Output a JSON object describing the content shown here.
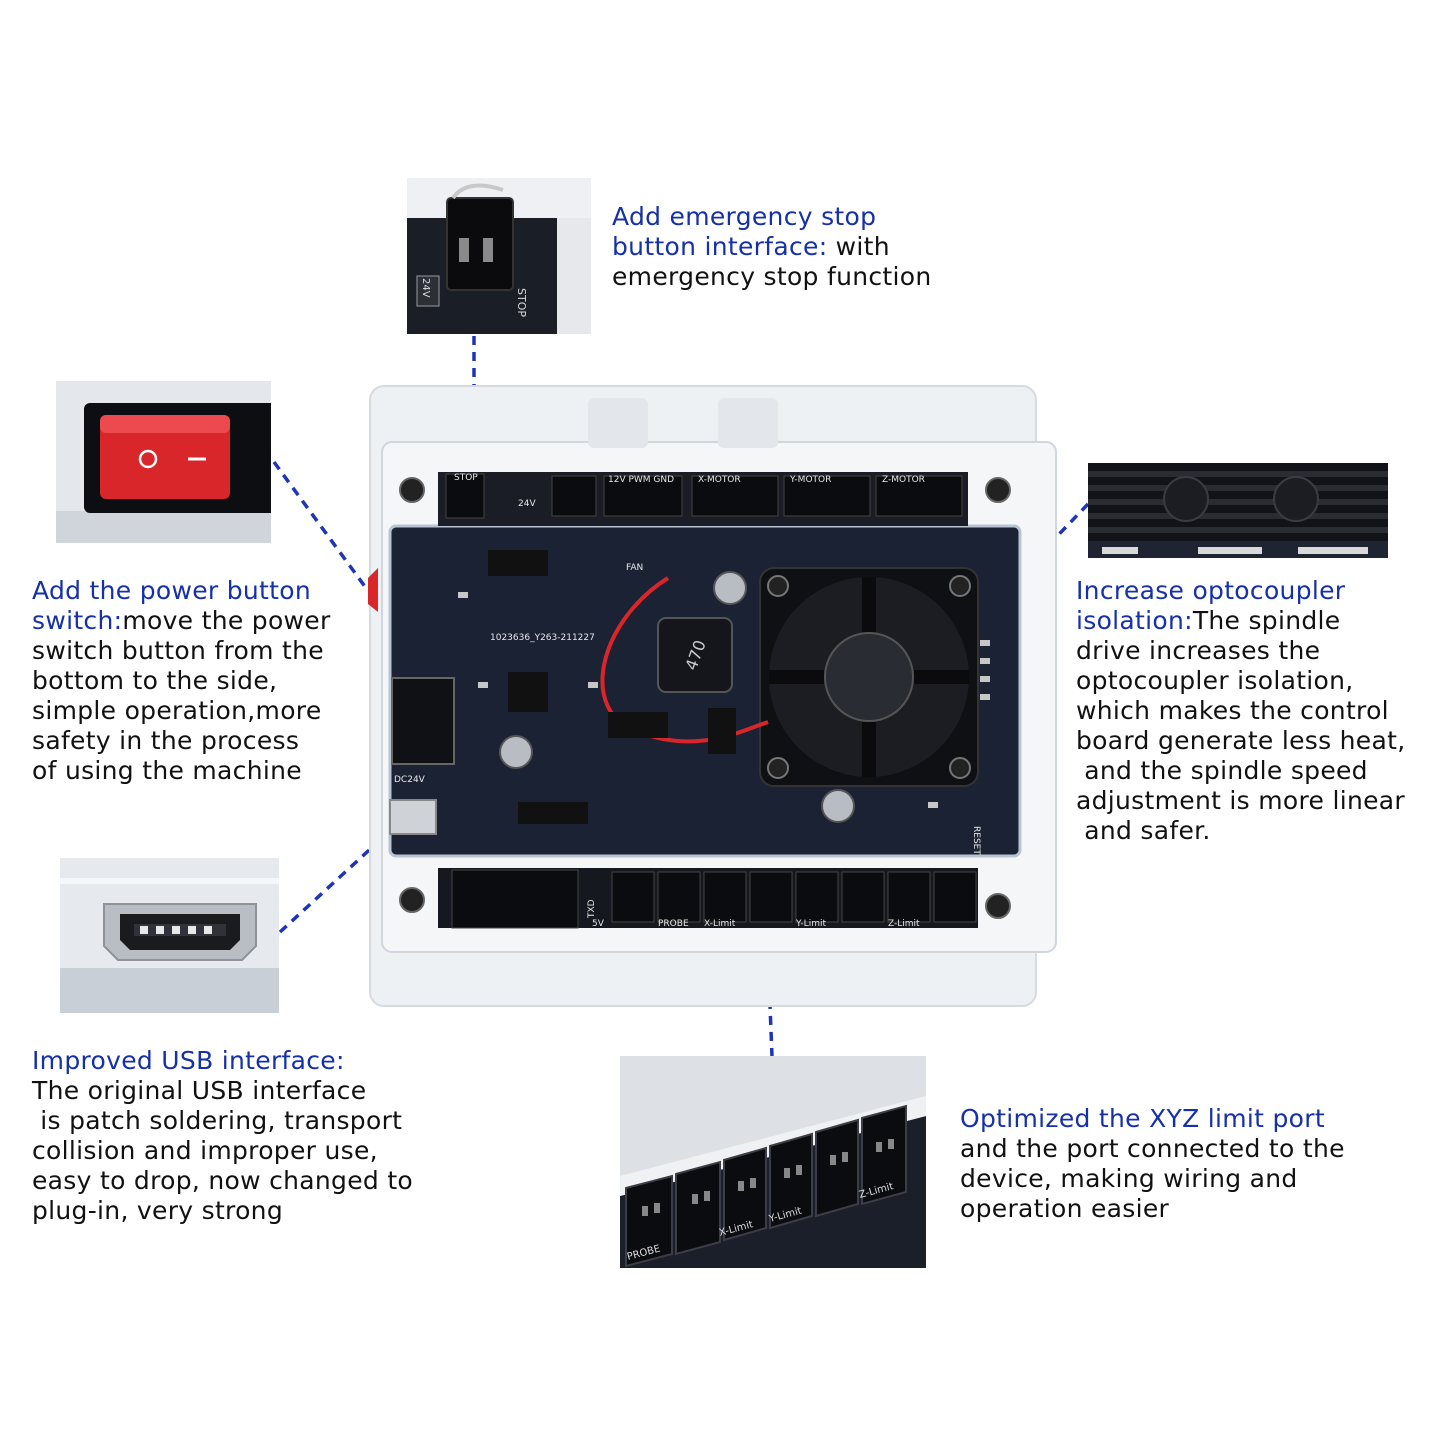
{
  "annotations": {
    "estop": {
      "lines": [
        {
          "hl": "Add emergency stop",
          "rest": ""
        },
        {
          "hl": "button interface:",
          "rest": " with"
        },
        {
          "hl": "",
          "rest": "emergency stop function"
        }
      ]
    },
    "power": {
      "lines": [
        {
          "hl": "Add the power button",
          "rest": ""
        },
        {
          "hl": "switch:",
          "rest": "move the power"
        },
        {
          "hl": "",
          "rest": "switch button from the"
        },
        {
          "hl": "",
          "rest": "bottom to the side,"
        },
        {
          "hl": "",
          "rest": "simple operation,more"
        },
        {
          "hl": "",
          "rest": "safety in the process"
        },
        {
          "hl": "",
          "rest": "of using the machine"
        }
      ]
    },
    "opto": {
      "lines": [
        {
          "hl": "Increase optocoupler",
          "rest": ""
        },
        {
          "hl": "isolation:",
          "rest": "The spindle"
        },
        {
          "hl": "",
          "rest": "drive increases the"
        },
        {
          "hl": "",
          "rest": "optocoupler isolation,"
        },
        {
          "hl": "",
          "rest": "which makes the control"
        },
        {
          "hl": "",
          "rest": "board generate less heat,"
        },
        {
          "hl": "",
          "rest": " and the spindle speed"
        },
        {
          "hl": "",
          "rest": "adjustment is more linear"
        },
        {
          "hl": "",
          "rest": " and safer."
        }
      ]
    },
    "usb": {
      "lines": [
        {
          "hl": "Improved USB interface:",
          "rest": ""
        },
        {
          "hl": "",
          "rest": "The original USB interface"
        },
        {
          "hl": "",
          "rest": " is patch soldering, transport"
        },
        {
          "hl": "",
          "rest": "collision and improper use,"
        },
        {
          "hl": "",
          "rest": "easy to drop, now changed to"
        },
        {
          "hl": "",
          "rest": "plug-in, very strong"
        }
      ]
    },
    "limit": {
      "lines": [
        {
          "hl": "Optimized the XYZ limit port",
          "rest": ""
        },
        {
          "hl": "",
          "rest": "and the port connected to the"
        },
        {
          "hl": "",
          "rest": "device, making wiring and"
        },
        {
          "hl": "",
          "rest": "operation easier"
        }
      ]
    }
  },
  "board_labels": {
    "stop": "STOP",
    "v24": "24V",
    "pwm": "12V PWM GND",
    "x_motor": "X-MOTOR",
    "y_motor": "Y-MOTOR",
    "z_motor": "Z-MOTOR",
    "fan": "FAN",
    "inductor": "470",
    "pcb_id": "1023636_Y263-211227",
    "dc24v": "DC24V",
    "reset": "RESET",
    "txd": "TXD",
    "v5": "5V",
    "probe": "PROBE",
    "x_limit": "X-Limit",
    "y_limit": "Y-Limit",
    "z_limit": "Z-Limit",
    "switch_on": "O",
    "switch_off": "—"
  },
  "colors": {
    "highlight_text": "#1530a8",
    "leader_line": "#1e35b8",
    "pcb": "#1b2233",
    "switch_red": "#d8262b"
  }
}
